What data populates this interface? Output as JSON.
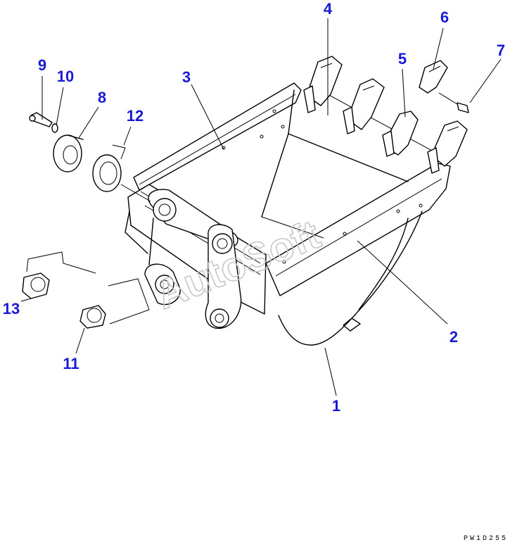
{
  "drawing": {
    "watermark": "AutoSoft",
    "drawing_code": "PW1D255",
    "label_color": "#1a1ad6",
    "callouts": [
      {
        "id": "c1",
        "text": "1"
      },
      {
        "id": "c2",
        "text": "2"
      },
      {
        "id": "c3",
        "text": "3"
      },
      {
        "id": "c4",
        "text": "4"
      },
      {
        "id": "c5",
        "text": "5"
      },
      {
        "id": "c6",
        "text": "6"
      },
      {
        "id": "c7",
        "text": "7"
      },
      {
        "id": "c8",
        "text": "8"
      },
      {
        "id": "c9",
        "text": "9"
      },
      {
        "id": "c10",
        "text": "10"
      },
      {
        "id": "c11",
        "text": "11"
      },
      {
        "id": "c12",
        "text": "12"
      },
      {
        "id": "c13",
        "text": "13"
      }
    ]
  }
}
